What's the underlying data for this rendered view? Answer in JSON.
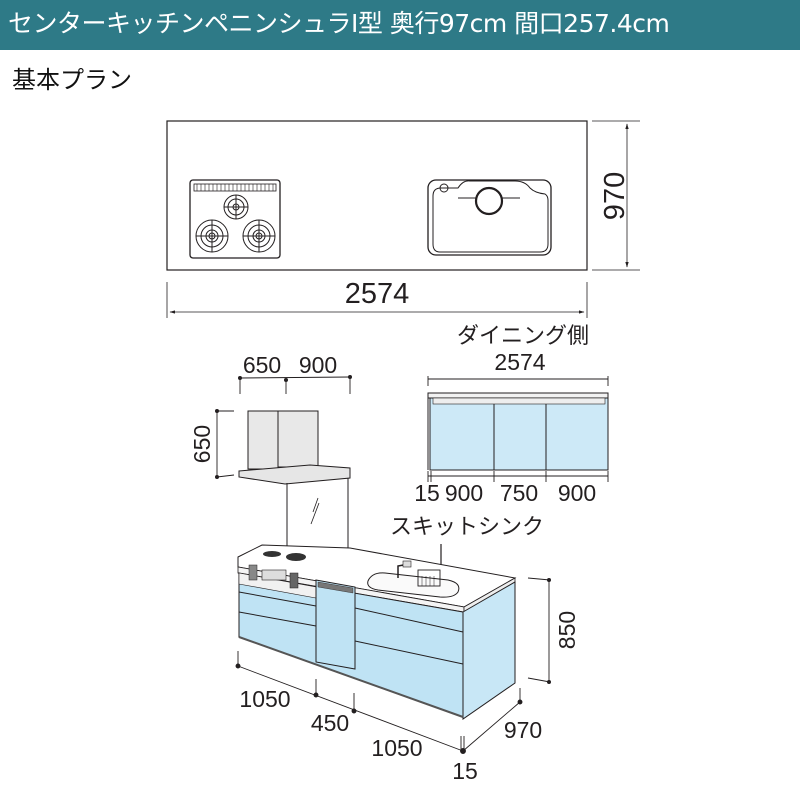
{
  "header": {
    "title": "センターキッチンペニンシュラI型 奥行97cm 間口257.4cm",
    "background_color": "#2e7a87",
    "text_color": "#ffffff"
  },
  "subtitle": "基本プラン",
  "plan_view": {
    "width_label": "2574",
    "depth_label": "970",
    "items": [
      "gas-stove-3-burner",
      "sink"
    ]
  },
  "hood": {
    "top_dims": [
      "650",
      "900"
    ],
    "height_label": "650"
  },
  "dining_side": {
    "title": "ダイニング側",
    "width_label": "2574",
    "bottom_dims": [
      "15",
      "900",
      "750",
      "900"
    ],
    "panel_color": "#cde9f7"
  },
  "sink_label": "スキットシンク",
  "elevation": {
    "height_label": "850",
    "depth_label": "970",
    "bottom_dims": [
      "1050",
      "450",
      "1050",
      "15"
    ],
    "cabinet_color": "#bfe3f4"
  }
}
